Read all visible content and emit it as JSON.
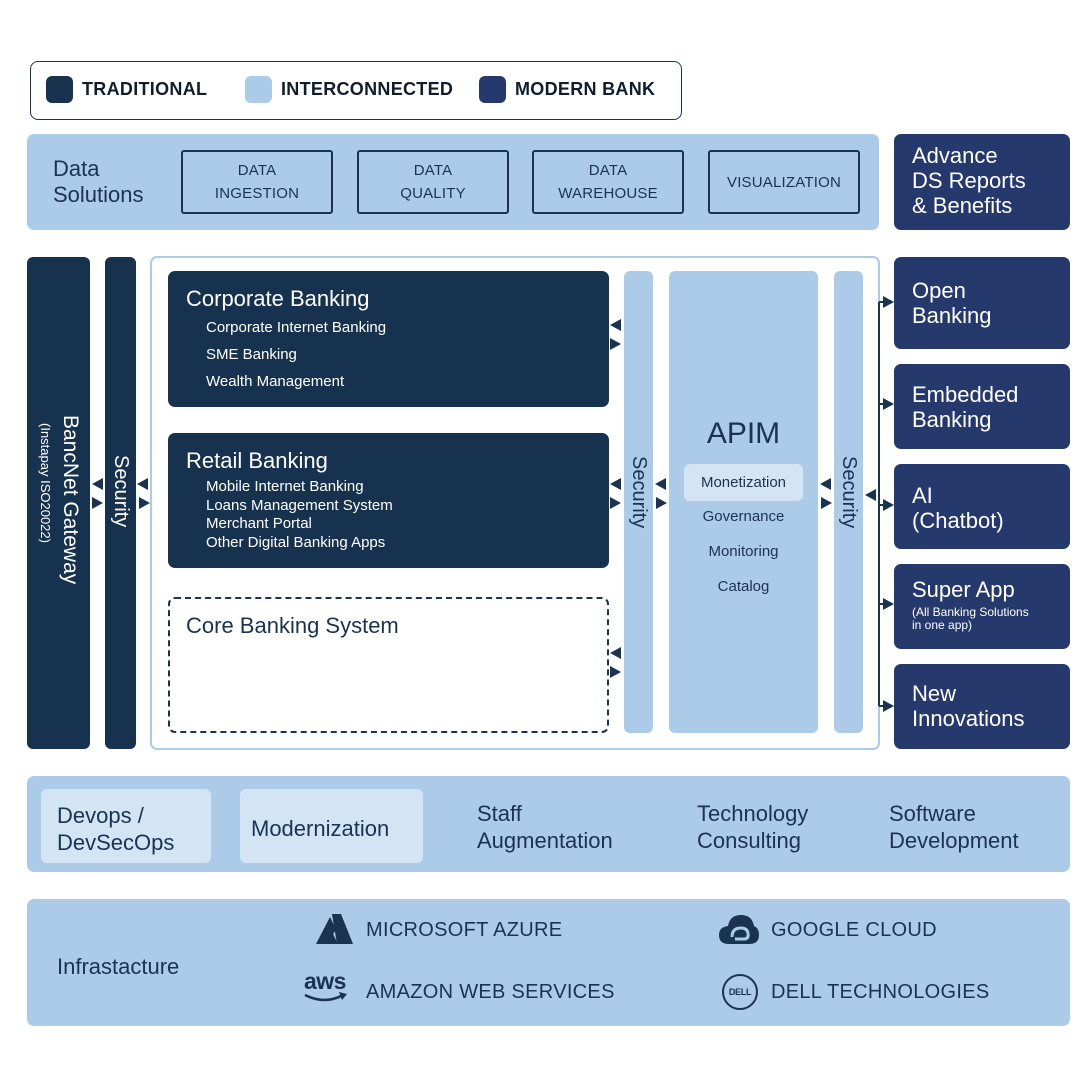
{
  "legend": {
    "traditional": "TRADITIONAL",
    "interconnected": "INTERCONNECTED",
    "modern": "MODERN BANK"
  },
  "data_solutions": {
    "title_line1": "Data",
    "title_line2": "Solutions",
    "boxes": [
      {
        "line1": "DATA",
        "line2": "INGESTION"
      },
      {
        "line1": "DATA",
        "line2": "QUALITY"
      },
      {
        "line1": "DATA",
        "line2": "WAREHOUSE"
      },
      {
        "line1": "VISUALIZATION",
        "line2": ""
      }
    ]
  },
  "advance": {
    "line1": "Advance",
    "line2": "DS Reports",
    "line3": "& Benefits"
  },
  "gateway": {
    "title": "BancNet Gateway",
    "subtitle": "(Instapay ISO20022)"
  },
  "security_label": "Security",
  "corporate": {
    "title": "Corporate Banking",
    "items": [
      "Corporate Internet Banking",
      "SME Banking",
      "Wealth Management"
    ]
  },
  "retail": {
    "title": "Retail Banking",
    "items": [
      "Mobile Internet Banking",
      "Loans Management System",
      "Merchant Portal",
      "Other Digital Banking Apps"
    ]
  },
  "core": {
    "title": "Core Banking System"
  },
  "apim": {
    "title": "APIM",
    "items": [
      "Monetization",
      "Governance",
      "Monitoring",
      "Catalog"
    ]
  },
  "right_modules": [
    {
      "line1": "Open",
      "line2": "Banking",
      "note1": "",
      "note2": ""
    },
    {
      "line1": "Embedded",
      "line2": "Banking",
      "note1": "",
      "note2": ""
    },
    {
      "line1": "AI",
      "line2": "(Chatbot)",
      "note1": "",
      "note2": ""
    },
    {
      "line1": "Super App",
      "line2": "",
      "note1": "(All Banking Solutions",
      "note2": "in one app)"
    },
    {
      "line1": "New",
      "line2": "Innovations",
      "note1": "",
      "note2": ""
    }
  ],
  "services": {
    "devops": {
      "line1": "Devops /",
      "line2": "DevSecOps"
    },
    "modernization": "Modernization",
    "staff": {
      "line1": "Staff",
      "line2": "Augmentation"
    },
    "tech": {
      "line1": "Technology",
      "line2": "Consulting"
    },
    "software": {
      "line1": "Software",
      "line2": "Development"
    }
  },
  "infrastructure": {
    "title": "Infrastacture",
    "azure": "MICROSOFT AZURE",
    "aws": "AMAZON WEB SERVICES",
    "aws_logo": "aws",
    "google": "GOOGLE CLOUD",
    "dell": "DELL TECHNOLOGIES",
    "dell_logo": "DELL"
  },
  "colors": {
    "traditional": "#17324f",
    "interconnected": "#abcbe9",
    "modern": "#26396d"
  },
  "icons": [
    "azure-logo-icon",
    "aws-logo-icon",
    "google-cloud-icon",
    "dell-logo-icon"
  ]
}
